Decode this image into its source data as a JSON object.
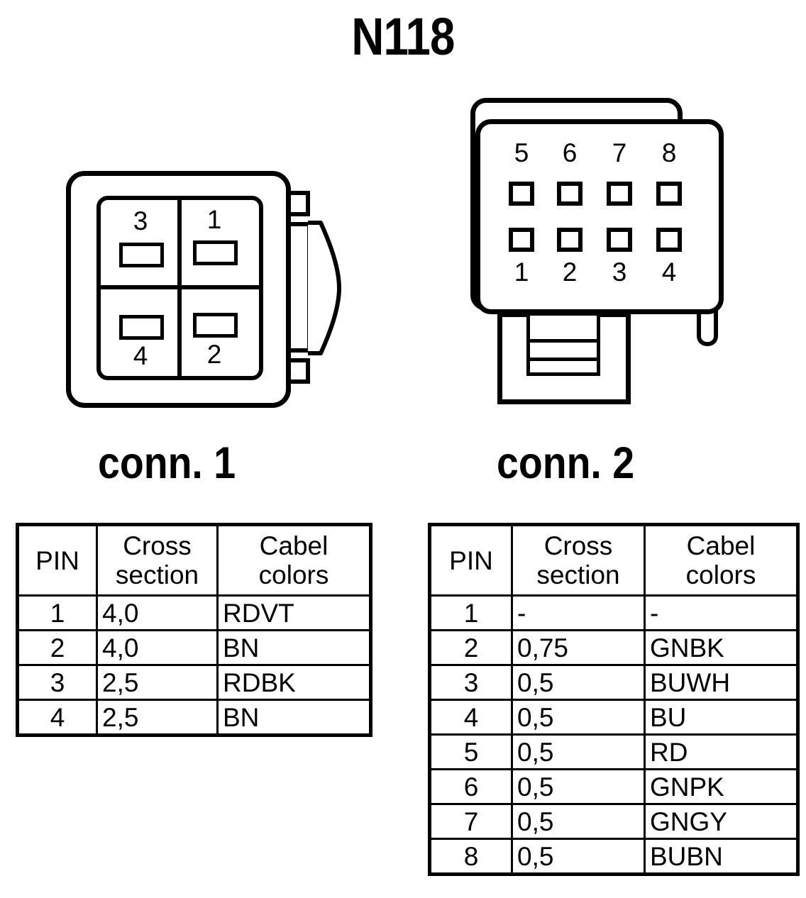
{
  "title": "N118",
  "connectors": [
    {
      "label": "conn. 1",
      "pin_count": 4,
      "pin_numbers": {
        "top_left": "3",
        "top_right": "1",
        "bottom_left": "4",
        "bottom_right": "2"
      },
      "table": {
        "headers": {
          "pin": "PIN",
          "cross_section": "Cross section",
          "cable_colors": "Cabel colors",
          "cross_section_line1": "Cross",
          "cross_section_line2": "section",
          "cable_colors_line1": "Cabel",
          "cable_colors_line2": "colors"
        },
        "rows": [
          {
            "pin": "1",
            "cross_section": "4,0",
            "cable_colors": "RDVT"
          },
          {
            "pin": "2",
            "cross_section": "4,0",
            "cable_colors": "BN"
          },
          {
            "pin": "3",
            "cross_section": "2,5",
            "cable_colors": "RDBK"
          },
          {
            "pin": "4",
            "cross_section": "2,5",
            "cable_colors": "BN"
          }
        ]
      }
    },
    {
      "label": "conn. 2",
      "pin_count": 8,
      "pin_numbers_top": [
        "5",
        "6",
        "7",
        "8"
      ],
      "pin_numbers_bottom": [
        "1",
        "2",
        "3",
        "4"
      ],
      "table": {
        "headers": {
          "pin": "PIN",
          "cross_section": "Cross section",
          "cable_colors": "Cabel colors",
          "cross_section_line1": "Cross",
          "cross_section_line2": "section",
          "cable_colors_line1": "Cabel",
          "cable_colors_line2": "colors"
        },
        "rows": [
          {
            "pin": "1",
            "cross_section": "-",
            "cable_colors": "-"
          },
          {
            "pin": "2",
            "cross_section": "0,75",
            "cable_colors": "GNBK"
          },
          {
            "pin": "3",
            "cross_section": "0,5",
            "cable_colors": "BUWH"
          },
          {
            "pin": "4",
            "cross_section": "0,5",
            "cable_colors": "BU"
          },
          {
            "pin": "5",
            "cross_section": "0,5",
            "cable_colors": "RD"
          },
          {
            "pin": "6",
            "cross_section": "0,5",
            "cable_colors": "GNPK"
          },
          {
            "pin": "7",
            "cross_section": "0,5",
            "cable_colors": "GNGY"
          },
          {
            "pin": "8",
            "cross_section": "0,5",
            "cable_colors": "BUBN"
          }
        ]
      }
    }
  ],
  "colors": {
    "line": "#000000",
    "background": "#ffffff"
  }
}
